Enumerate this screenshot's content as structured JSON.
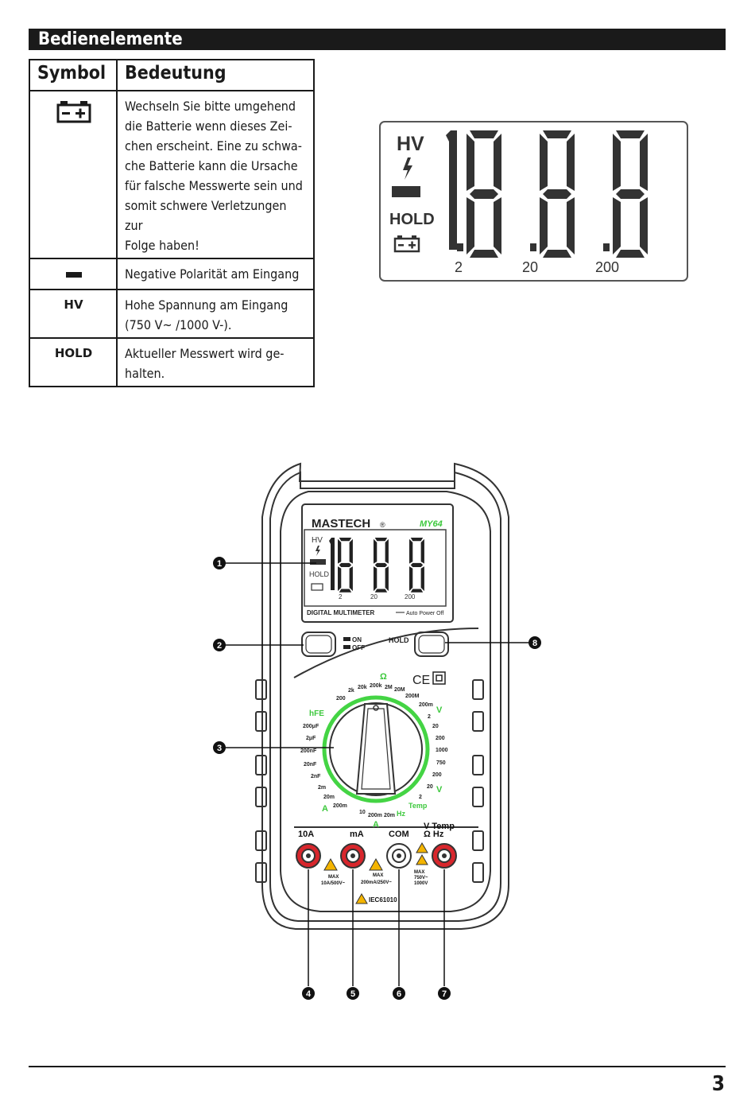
{
  "section_title": "Bedienelemente",
  "table": {
    "col_symbol": "Symbol",
    "col_meaning": "Bedeutung",
    "rows": [
      {
        "symbol_icon": "battery-icon",
        "symbol": "",
        "meaning": [
          "Wechseln Sie bitte umgehend",
          "die Batterie wenn dieses Zei-",
          "chen erscheint. Eine zu schwa-",
          "che Batterie kann die Ursache",
          "für falsche Messwerte sein und",
          "somit schwere Verletzungen zur",
          "Folge haben!"
        ]
      },
      {
        "symbol_icon": "minus-icon",
        "symbol": "",
        "meaning": [
          "Negative Polarität am Eingang"
        ]
      },
      {
        "symbol_icon": "",
        "symbol": "HV",
        "meaning": [
          "Hohe Spannung am Eingang",
          "(750 V~ /1000 V-)."
        ]
      },
      {
        "symbol_icon": "",
        "symbol": "HOLD",
        "meaning": [
          "Aktueller Messwert wird ge-",
          "halten."
        ]
      }
    ]
  },
  "lcd": {
    "hv": "HV",
    "hold": "HOLD",
    "digits": "1888",
    "ranges": [
      "2",
      "20",
      "200"
    ]
  },
  "meter": {
    "brand": "MASTECH",
    "registered": "®",
    "model": "MY64",
    "lcd_hv": "HV",
    "lcd_hold": "HOLD",
    "lcd_ranges": [
      "2",
      "20",
      "200"
    ],
    "label_dm": "DIGITAL  MULTIMETER",
    "label_apo": "Auto Power Off",
    "power_on": "ON",
    "power_off": "OFF",
    "hold_btn": "HOLD",
    "ce": "CE",
    "dial": {
      "ohm": "Ω",
      "ohm_ranges": [
        "200",
        "2k",
        "20k",
        "200k",
        "2M",
        "20M",
        "200M"
      ],
      "vdc_ranges": [
        "200m",
        "2",
        "20",
        "200",
        "1000"
      ],
      "vac_ranges": [
        "750",
        "200",
        "20",
        "2"
      ],
      "temp": "Temp",
      "hz": "Hz",
      "a_ranges": [
        "20m",
        "200m",
        "10"
      ],
      "a2_ranges": [
        "200m",
        "20m",
        "2m"
      ],
      "cap_ranges": [
        "2nF",
        "20nF",
        "200nF",
        "2μF",
        "200μF"
      ],
      "hfe": "hFE",
      "v": "V",
      "a": "A"
    },
    "terminals": {
      "t10a": "10A",
      "tma": "mA",
      "tcom": "COM",
      "tv_top": "V Temp",
      "tv_bottom": "Ω  Hz",
      "max": "MAX",
      "max1": "10A/500V~",
      "max2": "200mA/250V~",
      "max3a": "750V~",
      "max3b": "1000V",
      "standard": "IEC61010"
    },
    "callouts": [
      "1",
      "2",
      "3",
      "4",
      "5",
      "6",
      "7",
      "8"
    ]
  },
  "page_number": "3"
}
